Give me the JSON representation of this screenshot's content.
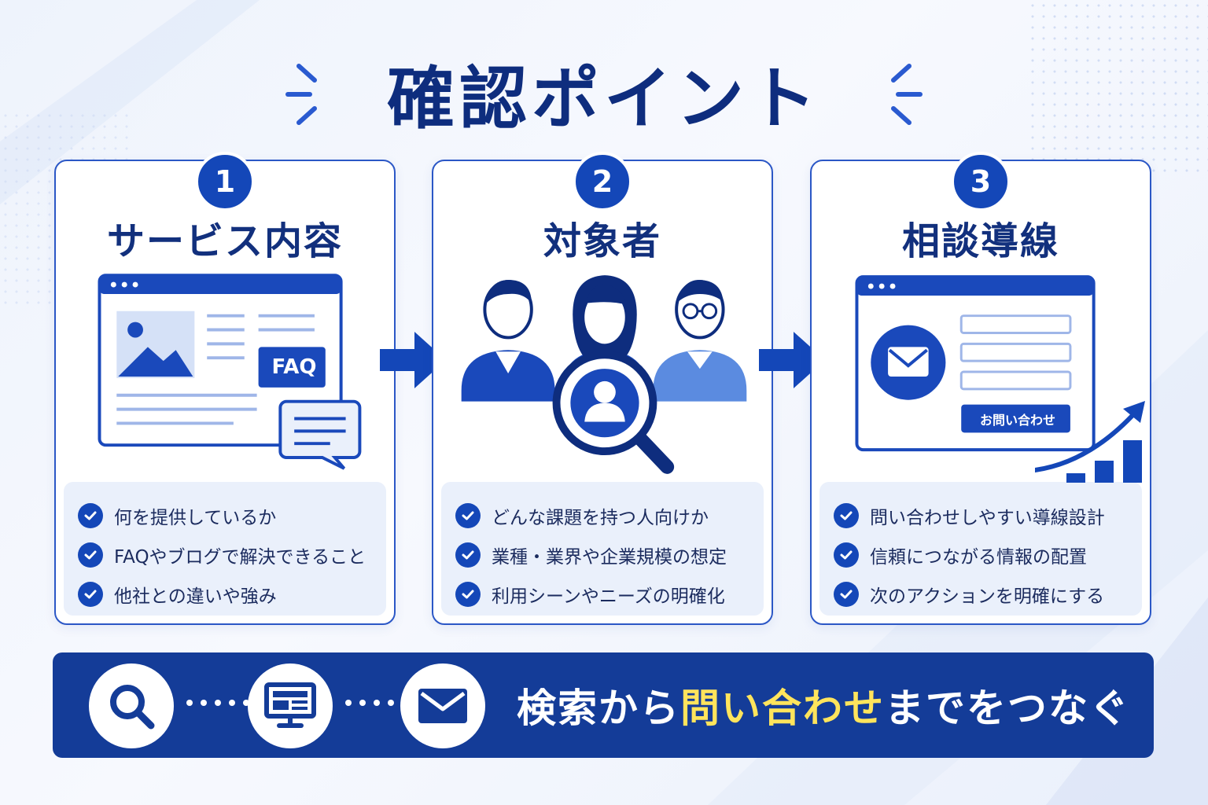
{
  "title": "確認ポイント",
  "colors": {
    "primary": "#1447b8",
    "dark": "#0e2d7e",
    "banner": "#143c98",
    "highlight": "#ffe45c",
    "panel": "#eaf0fb"
  },
  "cards": [
    {
      "number": "1",
      "title": "サービス内容",
      "illustration": {
        "icons": [
          "browser-window-icon",
          "image-placeholder-icon",
          "chat-bubble-icon"
        ],
        "faq_label": "FAQ"
      },
      "items": [
        "何を提供しているか",
        "FAQやブログで解決できること",
        "他社との違いや強み"
      ]
    },
    {
      "number": "2",
      "title": "対象者",
      "illustration": {
        "icons": [
          "person-icon",
          "woman-icon",
          "person-glasses-icon",
          "magnifier-user-icon"
        ]
      },
      "items": [
        "どんな課題を持つ人向けか",
        "業種・業界や企業規模の想定",
        "利用シーンやニーズの明確化"
      ]
    },
    {
      "number": "3",
      "title": "相談導線",
      "illustration": {
        "icons": [
          "browser-window-icon",
          "mail-icon",
          "growth-chart-icon"
        ],
        "button_label": "お問い合わせ"
      },
      "items": [
        "問い合わせしやすい導線設計",
        "信頼につながる情報の配置",
        "次のアクションを明確にする"
      ]
    }
  ],
  "banner": {
    "icons": [
      "search-icon",
      "monitor-icon",
      "mail-icon"
    ],
    "text_before": "検索から",
    "text_highlight": "問い合わせ",
    "text_after": "までをつなぐ"
  }
}
